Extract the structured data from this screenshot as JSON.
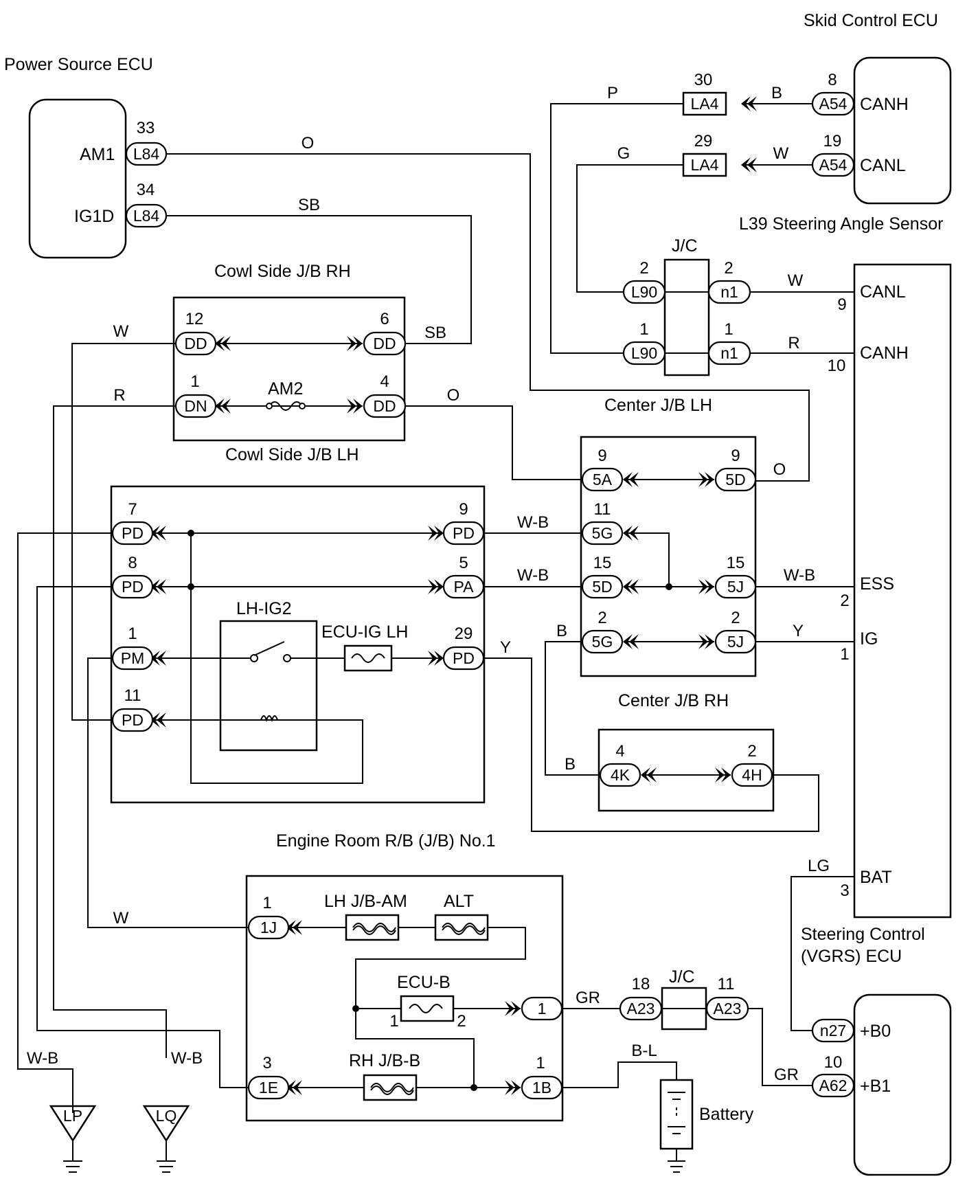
{
  "components": {
    "skid_control_ecu": "Skid Control ECU",
    "power_source_ecu": "Power Source ECU",
    "steering_angle_sensor": "L39 Steering Angle Sensor",
    "jc_top": "J/C",
    "cowl_side_jb_rh": "Cowl Side J/B RH",
    "cowl_side_jb_lh": "Cowl Side J/B LH",
    "center_jb_lh": "Center J/B LH",
    "center_jb_rh": "Center J/B RH",
    "engine_room_rb": "Engine Room R/B (J/B) No.1",
    "steering_control_ecu_1": "Steering Control",
    "steering_control_ecu_2": "(VGRS) ECU",
    "jc_bottom": "J/C",
    "battery": "Battery"
  },
  "fuses": {
    "am2": "AM2",
    "lh_ig2": "LH-IG2",
    "ecu_ig_lh": "ECU-IG LH",
    "lh_jb_am": "LH J/B-AM",
    "alt": "ALT",
    "ecu_b": "ECU-B",
    "rh_jb_b": "RH J/B-B"
  },
  "terminals": {
    "am1": "AM1",
    "ig1d": "IG1D",
    "canh_top": "CANH",
    "canl_top": "CANL",
    "canl_vgrs": "CANL",
    "canh_vgrs": "CANH",
    "ess": "ESS",
    "ig": "IG",
    "bat": "BAT",
    "b0": "+B0",
    "b1": "+B1"
  },
  "connectors": {
    "l84": "L84",
    "la4": "LA4",
    "a54": "A54",
    "l90": "L90",
    "n1": "n1",
    "dd": "DD",
    "dn": "DN",
    "c5a": "5A",
    "c5d": "5D",
    "c5g": "5G",
    "c5j": "5J",
    "c4k": "4K",
    "c4h": "4H",
    "pd": "PD",
    "pa": "PA",
    "pm": "PM",
    "c1j": "1J",
    "c1": "1",
    "c1e": "1E",
    "c1b": "1B",
    "a23": "A23",
    "n27": "n27",
    "a62": "A62",
    "lp": "LP",
    "lq": "LQ"
  },
  "pins": {
    "p33": "33",
    "p34": "34",
    "p30": "30",
    "p8": "8",
    "p29": "29",
    "p19": "19",
    "l90_2": "2",
    "n1_2": "2",
    "l90_1": "1",
    "n1_1": "1",
    "vgrs_9": "9",
    "vgrs_10": "10",
    "vgrs_2": "2",
    "vgrs_1": "1",
    "vgrs_3": "3",
    "dd_12": "12",
    "dd_6": "6",
    "dn_1": "1",
    "dd_4": "4",
    "c5a_9": "9",
    "c5d_9": "9",
    "c5g_11": "11",
    "c5d_15": "15",
    "c5j_15": "15",
    "c5g_2": "2",
    "c5j_2": "2",
    "pd_7": "7",
    "pd_9": "9",
    "pd_8": "8",
    "pa_5": "5",
    "pm_1": "1",
    "pd_29": "29",
    "pd_11": "11",
    "c4k_4": "4",
    "c4h_2": "2",
    "c1j_1": "1",
    "c1e_3": "3",
    "c1b_1": "1",
    "ecub_1": "1",
    "ecub_2": "2",
    "a23_18": "18",
    "a23_11": "11",
    "n27_10": "10"
  },
  "wires": {
    "o1": "O",
    "sb1": "SB",
    "p": "P",
    "b1": "B",
    "g": "G",
    "w1": "W",
    "w_canl": "W",
    "r_canh": "R",
    "w_dd": "W",
    "sb_dd": "SB",
    "r_dn": "R",
    "o_dd": "O",
    "o_5d": "O",
    "wb_pd": "W-B",
    "wb_pa": "W-B",
    "wb_ess": "W-B",
    "b_5g": "B",
    "y_ig": "Y",
    "y_pd": "Y",
    "b_4k": "B",
    "lg": "LG",
    "w_1j": "W",
    "gr1": "GR",
    "bl": "B-L",
    "gr2": "GR",
    "wb_lp": "W-B",
    "wb_lq": "W-B"
  }
}
